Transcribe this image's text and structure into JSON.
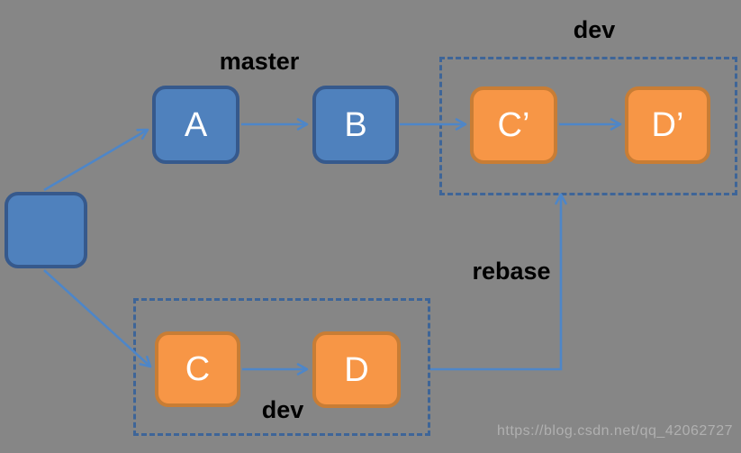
{
  "diagram": {
    "type": "git-rebase-diagram",
    "labels": {
      "master": "master",
      "dev_top": "dev",
      "dev_bottom": "dev",
      "rebase": "rebase"
    },
    "nodes": {
      "root": {
        "label": "",
        "color": "blue"
      },
      "a": {
        "label": "A",
        "color": "blue"
      },
      "b": {
        "label": "B",
        "color": "blue"
      },
      "c_prime": {
        "label": "C’",
        "color": "orange"
      },
      "d_prime": {
        "label": "D’",
        "color": "orange"
      },
      "c": {
        "label": "C",
        "color": "orange"
      },
      "d": {
        "label": "D",
        "color": "orange"
      }
    },
    "edges": [
      {
        "from": "root",
        "to": "a"
      },
      {
        "from": "a",
        "to": "b"
      },
      {
        "from": "b",
        "to": "c_prime"
      },
      {
        "from": "c_prime",
        "to": "d_prime"
      },
      {
        "from": "root",
        "to": "c"
      },
      {
        "from": "c",
        "to": "d"
      },
      {
        "from": "dev-bottom-box",
        "to": "dev-top-box",
        "label": "rebase"
      }
    ],
    "colors": {
      "background": "#868686",
      "node_blue_fill": "#4F81BD",
      "node_blue_border": "#36598C",
      "node_orange_fill": "#F79646",
      "node_orange_border": "#C87D35",
      "arrow": "#4E86C8",
      "dashed_box": "#3E6598",
      "label_text": "#000000",
      "node_text": "#FFFFFF",
      "watermark_text": "#B0B0B0"
    },
    "watermark": "https://blog.csdn.net/qq_42062727"
  }
}
